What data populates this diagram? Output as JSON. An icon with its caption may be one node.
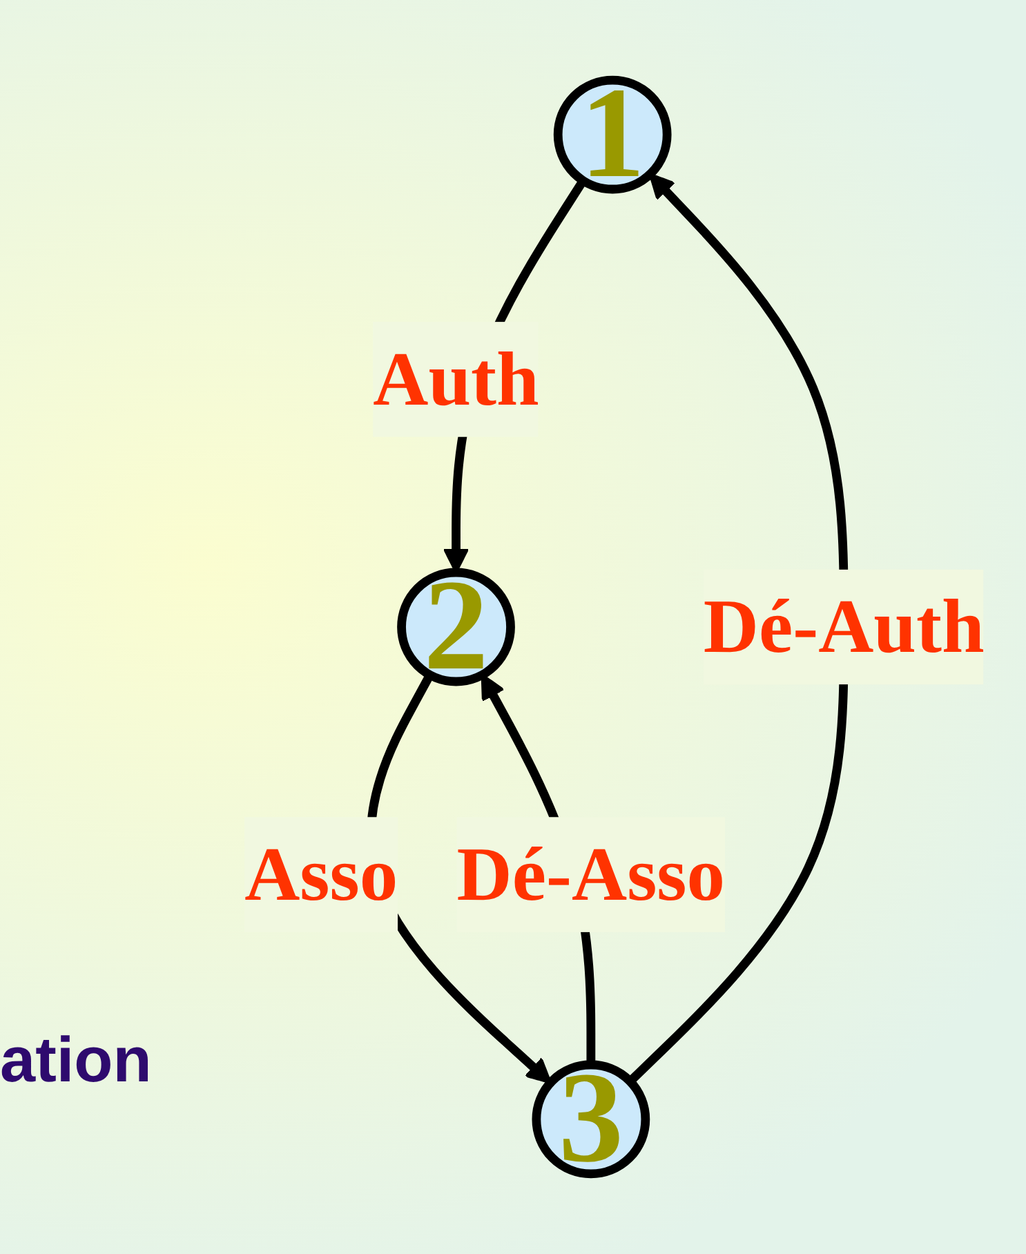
{
  "diagram": {
    "nodes": [
      {
        "text": [
          "1"
        ]
      },
      {
        "text": [
          "2"
        ]
      },
      {
        "text": [
          "3"
        ]
      }
    ],
    "edges": [
      {
        "from": 0,
        "to": 1,
        "arrow": "to",
        "label": "Auth"
      },
      {
        "from": 1,
        "to": 2,
        "arrow": "to",
        "label": "Asso"
      },
      {
        "from": 2,
        "to": 1,
        "arrow": "to",
        "label": "Dé-Asso"
      },
      {
        "from": 2,
        "to": 0,
        "arrow": "to",
        "label": "Dé-Auth"
      }
    ],
    "labels": [
      "ation"
    ]
  }
}
